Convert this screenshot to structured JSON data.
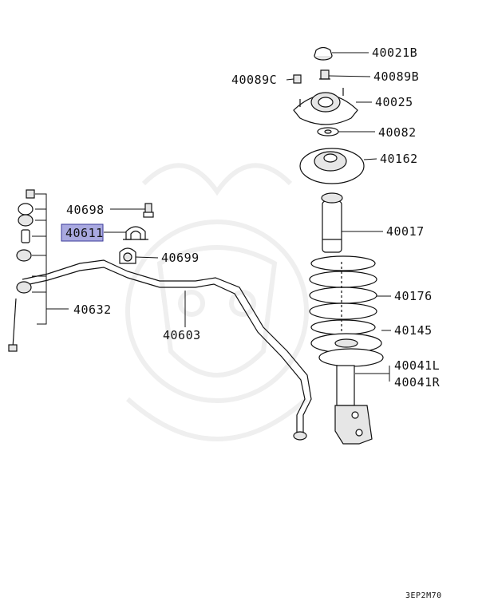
{
  "labels": {
    "p40021B": "40021B",
    "p40089C": "40089C",
    "p40089B": "40089B",
    "p40025": "40025",
    "p40082": "40082",
    "p40162": "40162",
    "p40698": "40698",
    "p40611": "40611",
    "p40699": "40699",
    "p40017": "40017",
    "p40176": "40176",
    "p40145": "40145",
    "p40632": "40632",
    "p40603": "40603",
    "p40041L": "40041L",
    "p40041R": "40041R"
  },
  "diagram_code": "3EP2M70",
  "colors": {
    "highlight": "#a9a9e0",
    "highlight_border": "#3a3a9a",
    "ink": "#111111"
  },
  "highlighted_part": "40611"
}
